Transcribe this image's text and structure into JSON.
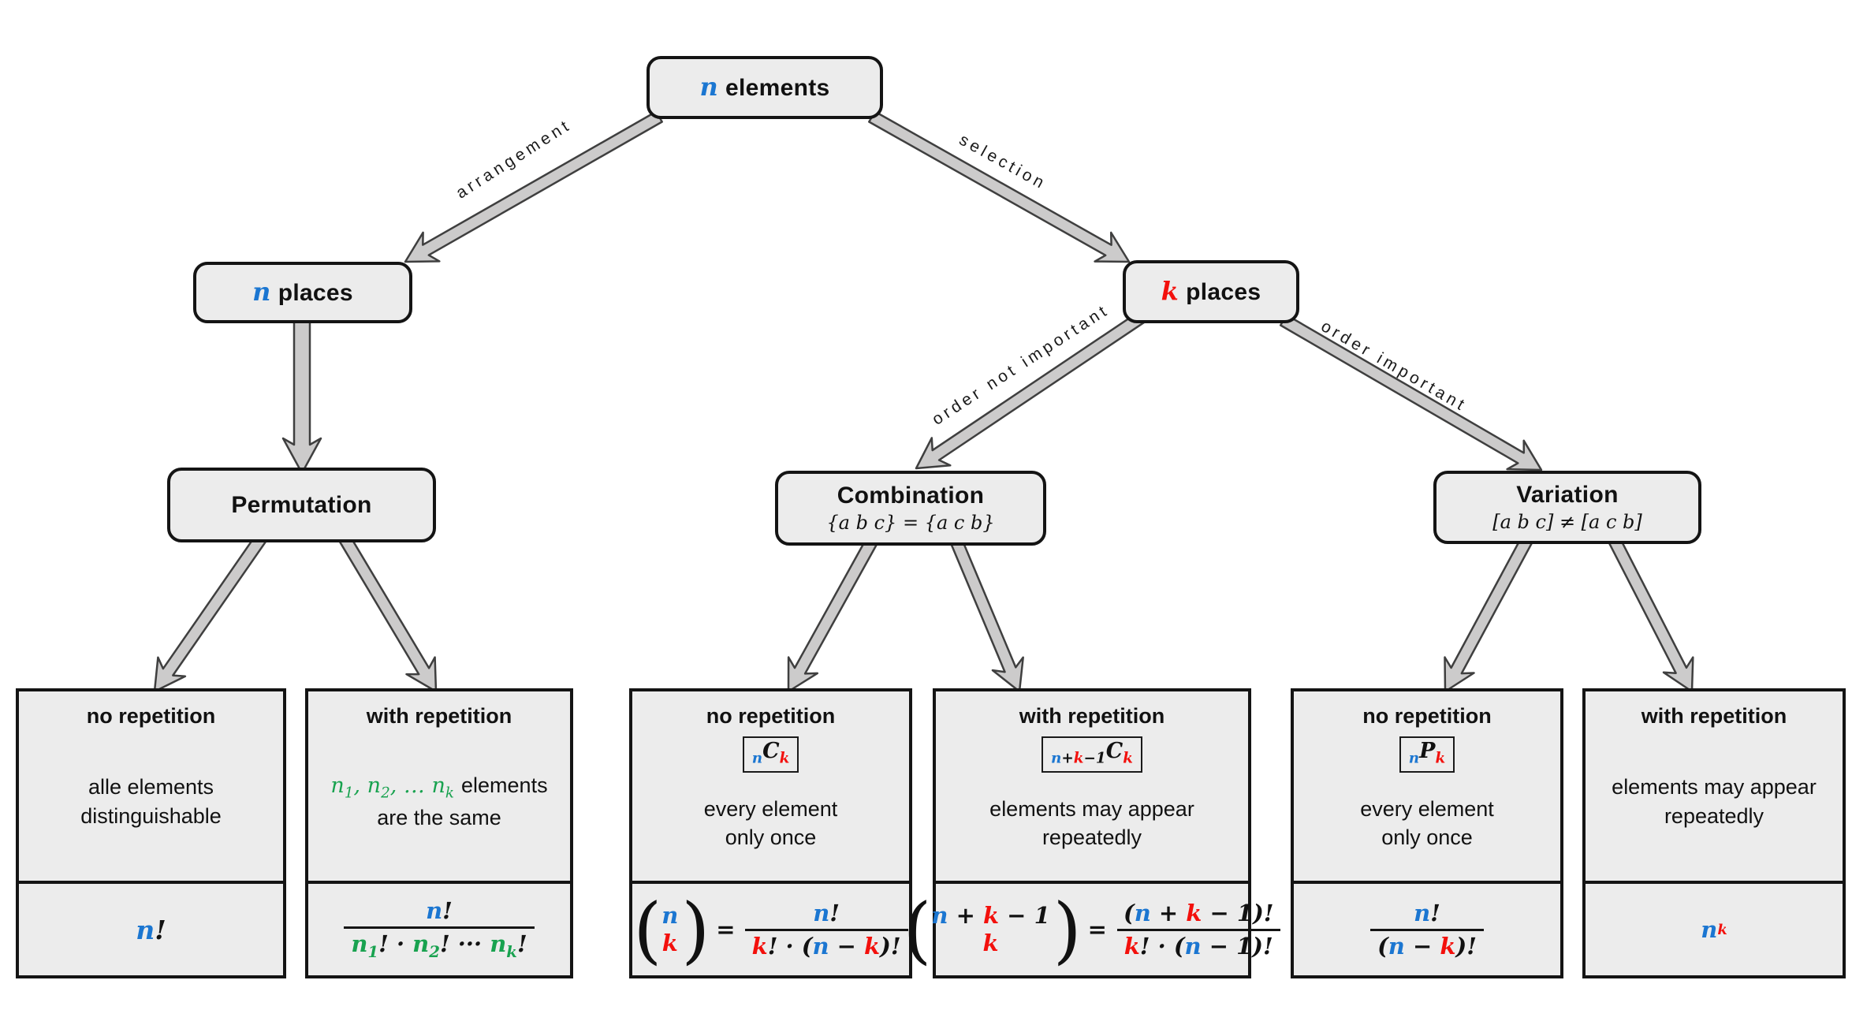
{
  "colors": {
    "blue": "#1b76d1",
    "red": "#f3100c",
    "green": "#18a24f",
    "box_fill": "#ececec",
    "box_border": "#141414",
    "arrow_fill": "#cccbcb",
    "arrow_outline": "#3f3f3f"
  },
  "math": {
    "paren_open": "(",
    "paren_close": ")"
  },
  "nodes": {
    "root": {
      "var": "n",
      "rest": "elements"
    },
    "n_places": {
      "var": "n",
      "rest": "places"
    },
    "k_places": {
      "var": "k",
      "rest": "places"
    },
    "permutation": {
      "title": "Permutation"
    },
    "combination": {
      "title": "Combination",
      "subtitle": "{a b c} = {a c b}"
    },
    "variation": {
      "title": "Variation",
      "subtitle": "[a b c] ≠ [a c b]"
    }
  },
  "edges": {
    "arrangement": "arrangement",
    "selection": "selection",
    "order_not_important": "order not important",
    "order_important": "order important"
  },
  "leaves": {
    "perm_no_rep": {
      "heading": "no repetition",
      "desc_line1": "alle elements",
      "desc_line2": "distinguishable",
      "formula": {
        "n": "n",
        "bang": "!"
      }
    },
    "perm_with_rep": {
      "heading": "with repetition",
      "desc_math": {
        "n1": "n",
        "s1": "1",
        "c1": ", ",
        "n2": "n",
        "s2": "2",
        "c2": ", … ",
        "n3": "n",
        "s3": "k"
      },
      "desc_line1_rest": "elements",
      "desc_line2": "are the same",
      "formula": {
        "num_n": "n",
        "num_bang": "!",
        "d_n1": "n",
        "d_s1": "1",
        "d_t1": "! · ",
        "d_n2": "n",
        "d_s2": "2",
        "d_t2": "! ··· ",
        "d_n3": "n",
        "d_s3": "k",
        "d_t3": "!"
      }
    },
    "comb_no_rep": {
      "heading": "no repetition",
      "badge": {
        "pre": "n",
        "letter": "C",
        "post": "k"
      },
      "desc_line1": "every element",
      "desc_line2": "only once",
      "formula": {
        "top": "n",
        "bot": "k",
        "eq": "=",
        "num_n": "n",
        "num_bang": "!",
        "den_k": "k",
        "den_t1": "! · (",
        "den_n": "n",
        "den_t2": " − ",
        "den_k2": "k",
        "den_t3": ")!"
      }
    },
    "comb_with_rep": {
      "heading": "with repetition",
      "badge": {
        "pre_n": "n",
        "pre_p": "+",
        "pre_k": "k",
        "pre_m": "−1",
        "letter": "C",
        "post": "k"
      },
      "desc_line1": "elements may appear",
      "desc_line2": "repeatedly",
      "formula": {
        "top_n": "n",
        "top_p": " + ",
        "top_k": "k",
        "top_m": " − 1",
        "bot": "k",
        "eq": "=",
        "num_o": "(",
        "num_n": "n",
        "num_p": " + ",
        "num_k": "k",
        "num_m": " − 1",
        "num_c": ")!",
        "den_k": "k",
        "den_t1": "! · (",
        "den_n": "n",
        "den_t2": " − 1)!"
      }
    },
    "var_no_rep": {
      "heading": "no repetition",
      "badge": {
        "pre": "n",
        "letter": "P",
        "post": "k"
      },
      "desc_line1": "every element",
      "desc_line2": "only once",
      "formula": {
        "num_n": "n",
        "num_bang": "!",
        "den_o": "(",
        "den_n": "n",
        "den_t": " − ",
        "den_k": "k",
        "den_c": ")!"
      }
    },
    "var_with_rep": {
      "heading": "with repetition",
      "desc_line1": "elements may appear",
      "desc_line2": "repeatedly",
      "formula": {
        "base": "n",
        "sup": "k"
      }
    }
  }
}
